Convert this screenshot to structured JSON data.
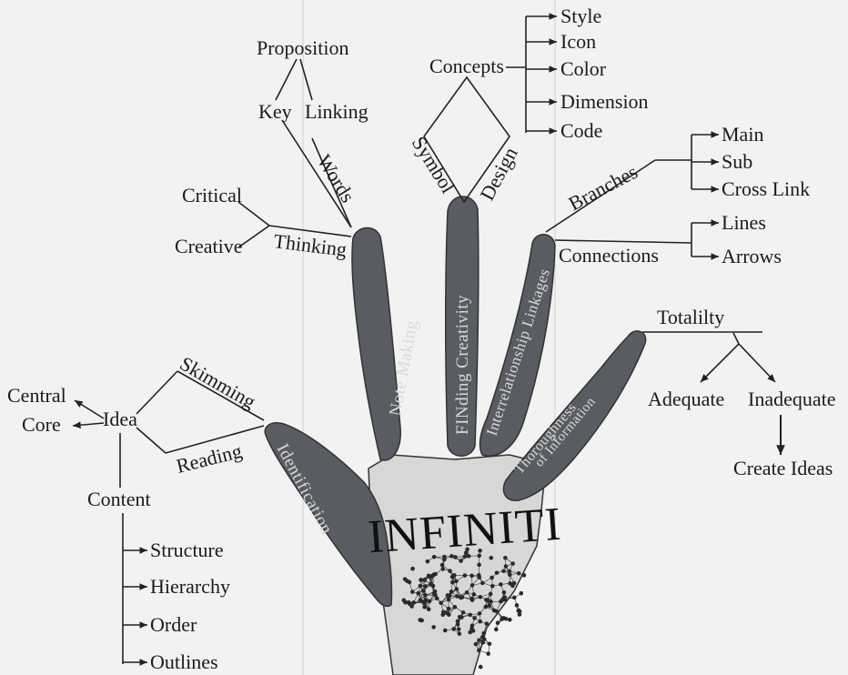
{
  "title": "INFINITI",
  "fingers": {
    "thumb": "Identification",
    "index": "Note Making",
    "middle": "FINding Creativity",
    "ring": "Interrelationship Linkages",
    "pinky_line1": "Thoroughness",
    "pinky_line2": "of Information"
  },
  "identification": {
    "skimming": "Skimming",
    "reading": "Reading",
    "idea": "Idea",
    "central": "Central",
    "core": "Core",
    "content": "Content",
    "content_items": [
      "Structure",
      "Hierarchy",
      "Order",
      "Outlines"
    ]
  },
  "note_making": {
    "thinking": "Thinking",
    "critical": "Critical",
    "creative": "Creative",
    "words": "Words",
    "key": "Key",
    "linking": "Linking",
    "proposition": "Proposition"
  },
  "creativity": {
    "symbol": "Symbol",
    "design": "Design",
    "concepts": "Concepts",
    "concept_items": [
      "Style",
      "Icon",
      "Color",
      "Dimension",
      "Code"
    ]
  },
  "linkages": {
    "branches": "Branches",
    "branch_items": [
      "Main",
      "Sub",
      "Cross Link"
    ],
    "connections": "Connections",
    "connection_items": [
      "Lines",
      "Arrows"
    ]
  },
  "thoroughness": {
    "totality": "Totalilty",
    "adequate": "Adequate",
    "inadequate": "Inadequate",
    "create_ideas": "Create Ideas"
  },
  "colors": {
    "finger": "#5a5c63",
    "palm": "#d7d8d6",
    "line": "#222222",
    "brain": "#2a2a2a"
  }
}
